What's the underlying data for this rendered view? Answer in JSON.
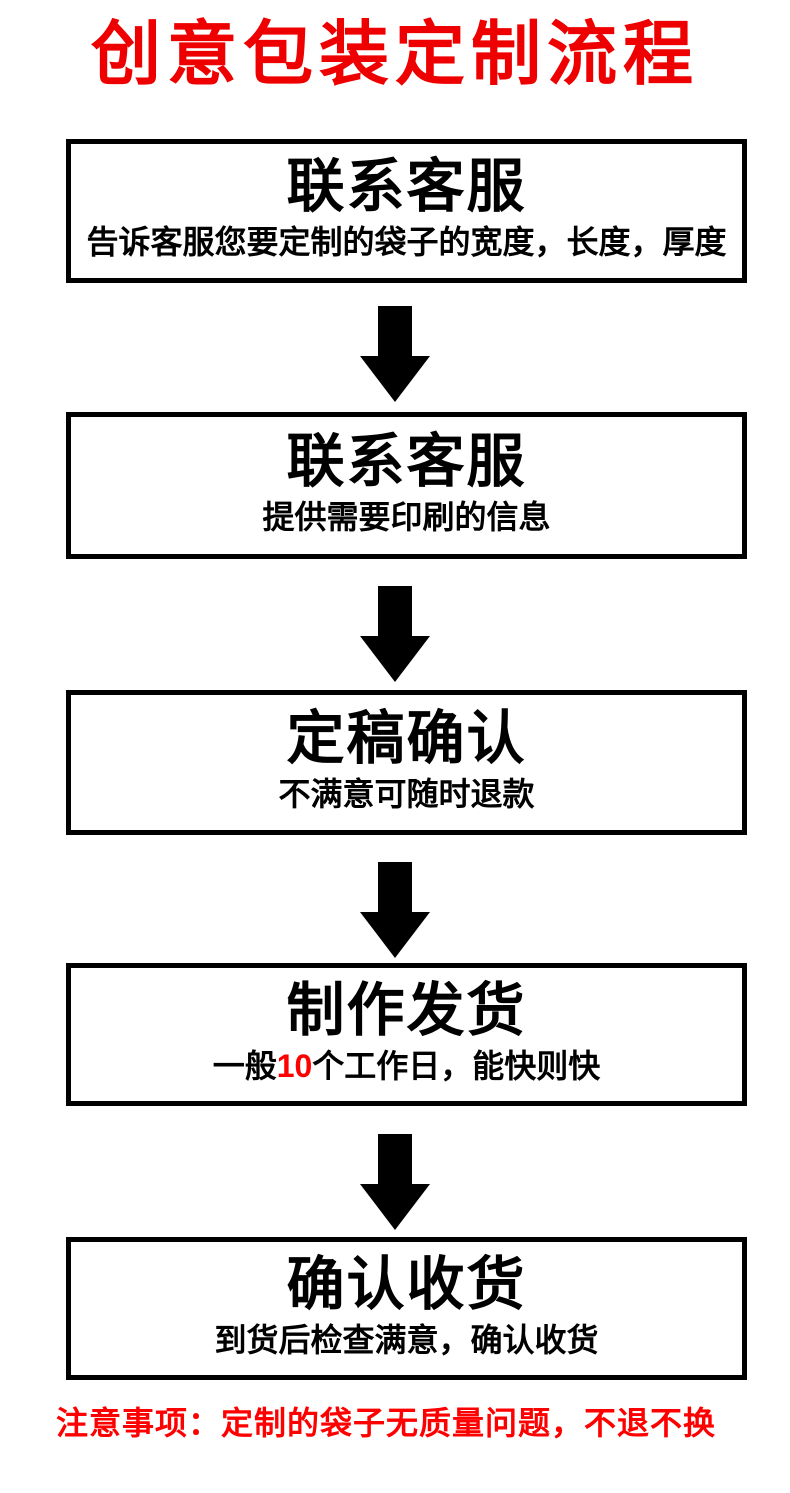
{
  "page": {
    "title": "创意包装定制流程",
    "note": "注意事项：定制的袋子无质量问题，不退不换"
  },
  "steps": [
    {
      "title": "联系客服",
      "subtitle": "告诉客服您要定制的袋子的宽度，长度，厚度"
    },
    {
      "title": "联系客服",
      "subtitle": "提供需要印刷的信息"
    },
    {
      "title": "定稿确认",
      "subtitle": "不满意可随时退款"
    },
    {
      "title": "制作发货",
      "subtitle_prefix": "一般",
      "subtitle_highlight": "10",
      "subtitle_suffix": "个工作日，能快则快"
    },
    {
      "title": "确认收货",
      "subtitle": "到货后检查满意，确认收货"
    }
  ],
  "icons": {
    "arrow_down": {
      "name": "arrow-down-icon",
      "glyph": "⬇",
      "count": 4
    }
  },
  "colors": {
    "title_red": "#ee0000",
    "note_red": "#ff0000",
    "highlight_red": "#ff0000",
    "box_border": "#000000",
    "background": "#ffffff"
  }
}
